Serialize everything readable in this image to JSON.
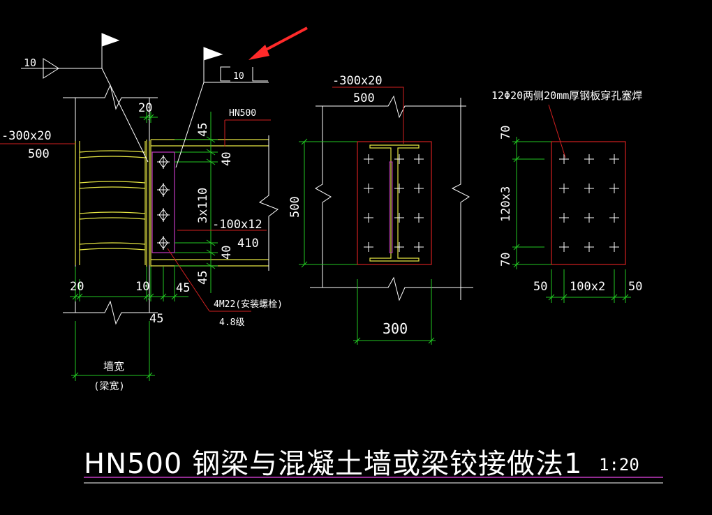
{
  "drawing": {
    "title": "HN500 钢梁与混凝土墙或梁铰接做法1",
    "scale": "1:20",
    "colors": {
      "background": "#000000",
      "yellow": "#e6e642",
      "green": "#22c922",
      "white": "#ffffff",
      "red": "#d22020",
      "magenta": "#c23ac2",
      "pointer": "#ff2a2a"
    }
  },
  "left_view": {
    "weld_symbol_1": "10",
    "weld_symbol_2": "10",
    "embed_plate_size": "-300x20",
    "embed_plate_len": "500",
    "dim_top_20": "20",
    "dim_45_top": "45",
    "beam_label": "HN500",
    "dim_40_top": "40",
    "dim_3x110": "3x110",
    "plate_label": "-100x12",
    "plate_len": "410",
    "dim_40_bot": "40",
    "dim_45_bot": "45",
    "dim_20_bot": "20",
    "dim_10": "10",
    "dim_45_a": "45",
    "dim_45_b": "45",
    "bolt_label": "4M22(安装螺栓)",
    "bolt_grade": "4.8级",
    "wall_width": "墙宽",
    "beam_width": "(梁宽)"
  },
  "middle_view": {
    "plate_size": "-300x20",
    "plate_len": "500",
    "height_dim": "500",
    "width_dim": "300"
  },
  "right_view": {
    "stud_note": "12Φ20两侧20mm厚钢板穿孔塞焊",
    "dim_70_top": "70",
    "dim_120x3": "120x3",
    "dim_70_bot": "70",
    "dim_50_left": "50",
    "dim_100x2": "100x2",
    "dim_50_right": "50"
  }
}
